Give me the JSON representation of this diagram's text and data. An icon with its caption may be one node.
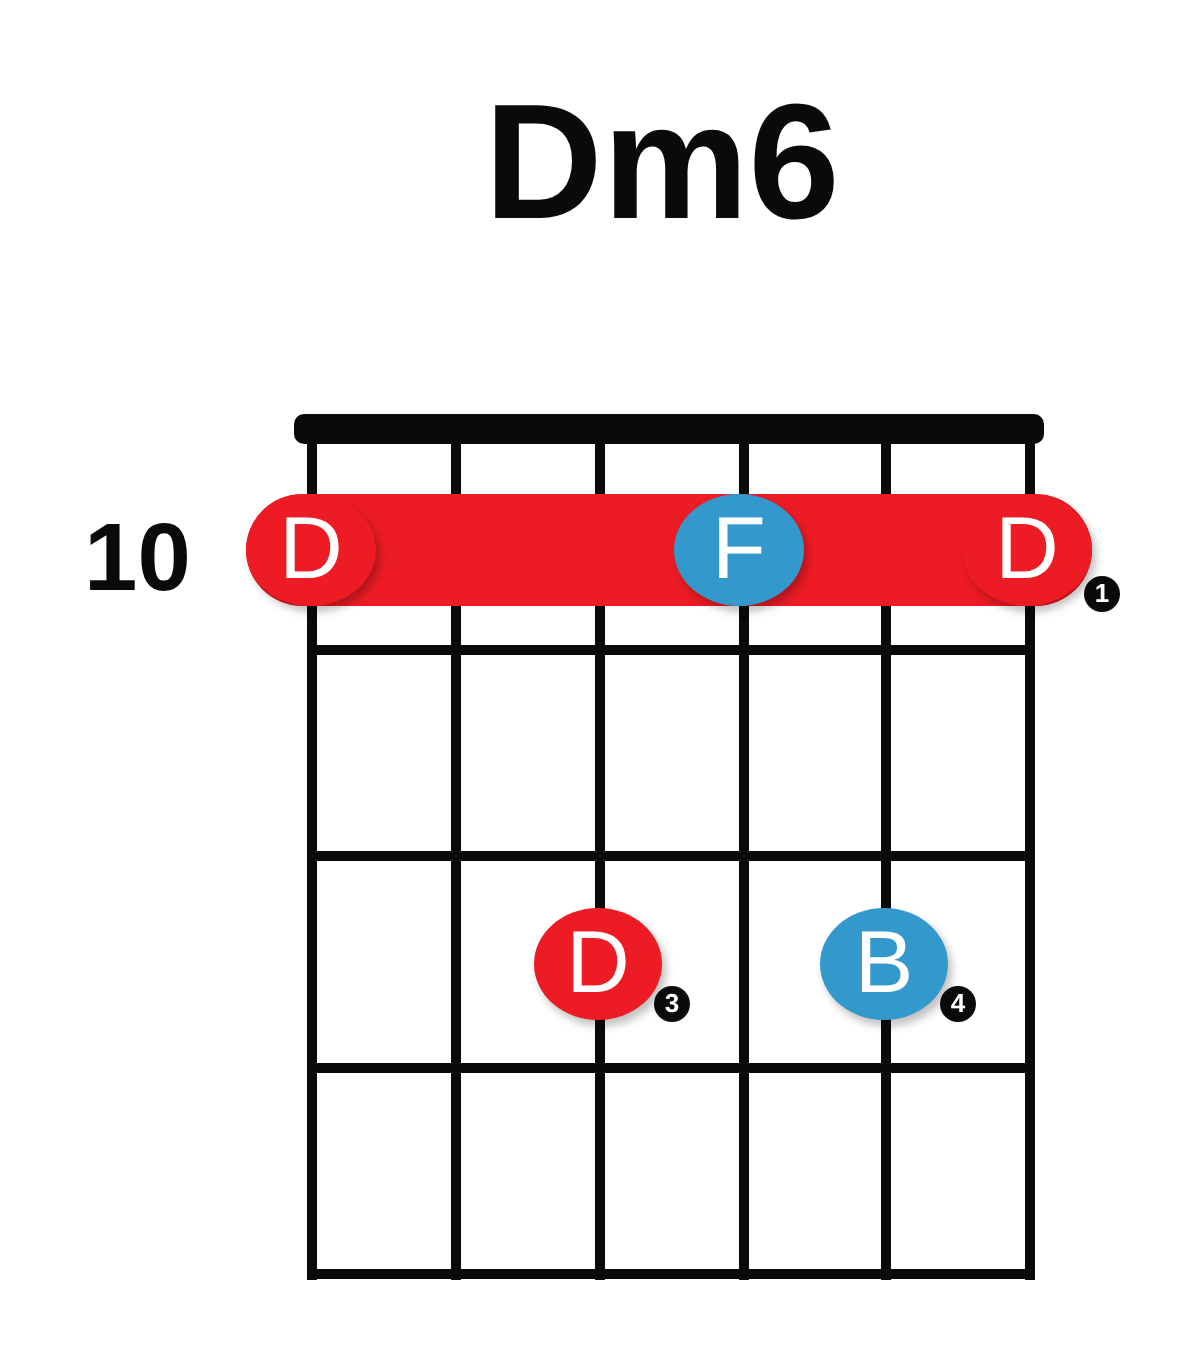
{
  "diagram": {
    "title": "Dm6",
    "nodes": [
      {
        "text": [],
        "shape": "bar"
      },
      {
        "text": [
          "D"
        ],
        "in": 0
      },
      {
        "text": [
          "F"
        ],
        "in": 0
      },
      {
        "text": [
          "D"
        ],
        "in": 0,
        "beside": [
          "1"
        ]
      },
      {
        "text": [
          "D"
        ],
        "beside": [
          "3"
        ]
      },
      {
        "text": [
          "B"
        ],
        "beside": [
          "4"
        ]
      }
    ],
    "labels": [
      "10"
    ]
  }
}
